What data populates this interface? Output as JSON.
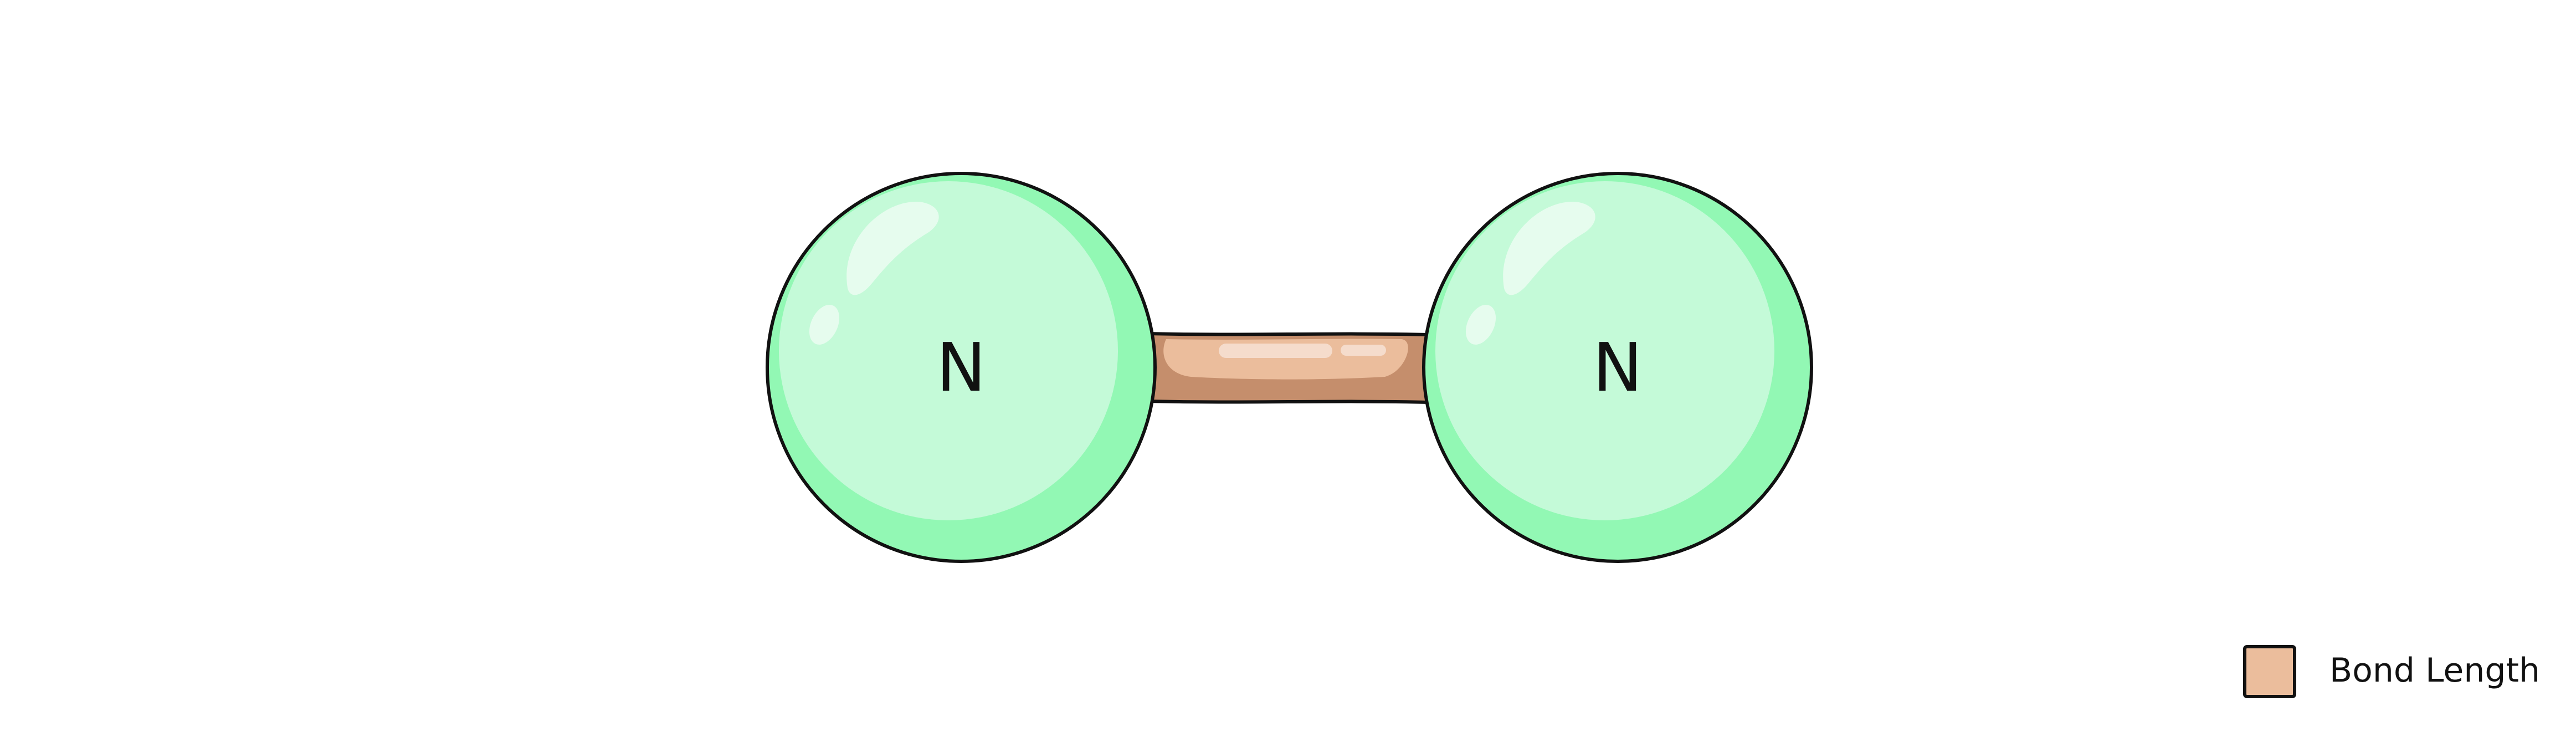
{
  "diagram": {
    "atoms": [
      {
        "symbol": "N",
        "color": "#c4fad8",
        "shade": "#92f8b4"
      },
      {
        "symbol": "N",
        "color": "#c4fad8",
        "shade": "#92f8b4"
      }
    ],
    "bond": {
      "color": "#c58e6c",
      "highlight": "#ebbd9c"
    },
    "legend": [
      {
        "label": "Bond Length",
        "color": "#ebbd9c"
      }
    ]
  }
}
